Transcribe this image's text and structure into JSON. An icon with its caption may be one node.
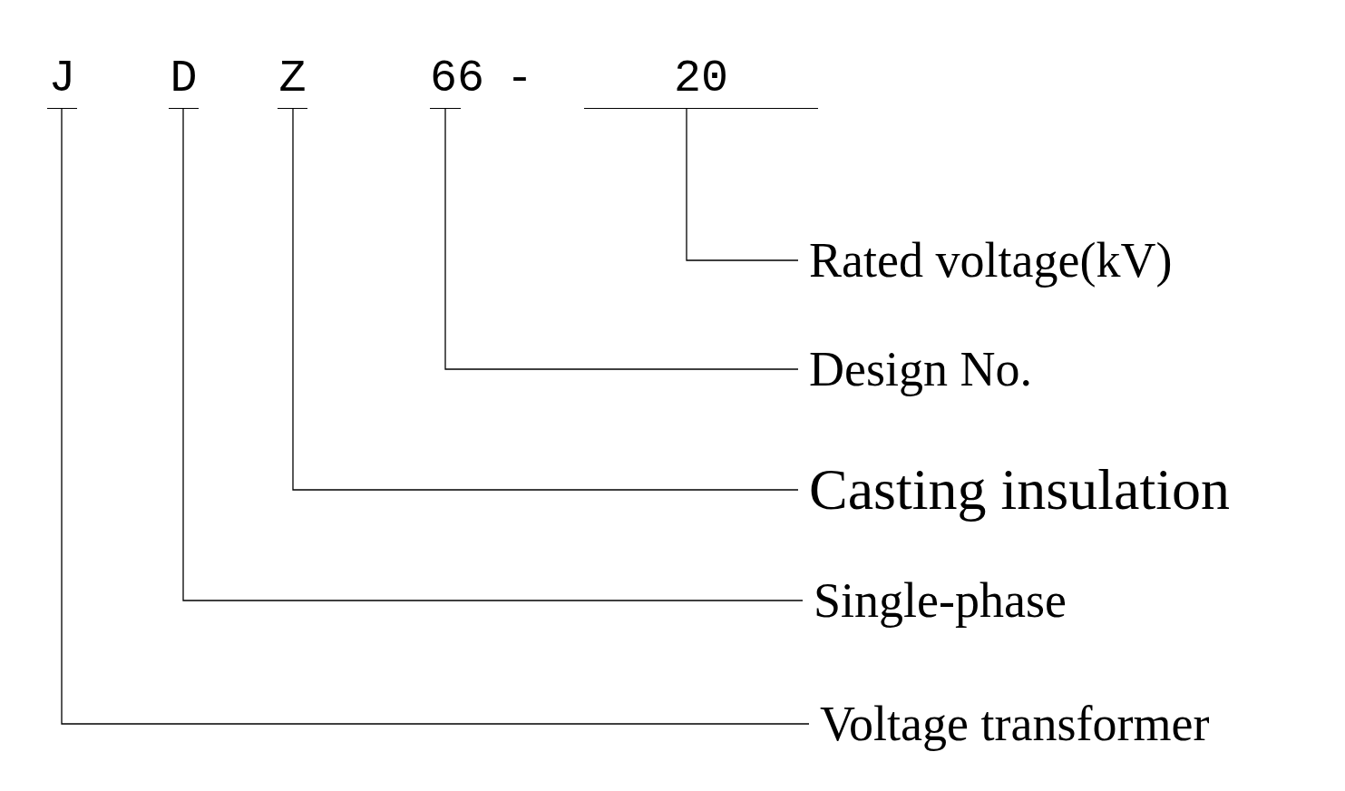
{
  "diagram": {
    "nodes": [
      {
        "text": [
          "J"
        ]
      },
      {
        "text": [
          "D"
        ]
      },
      {
        "text": [
          "Z"
        ]
      },
      {
        "text": [
          "66"
        ]
      },
      {
        "text": [
          "20"
        ]
      },
      {
        "text": [
          "Rated voltage(kV)"
        ]
      },
      {
        "text": [
          "Design No."
        ]
      },
      {
        "text": [
          "Casting insulation"
        ]
      },
      {
        "text": [
          "Single-phase"
        ]
      },
      {
        "text": [
          "Voltage transformer"
        ]
      }
    ],
    "edges": [
      {
        "from": 4,
        "to": 5,
        "arrow": "none"
      },
      {
        "from": 3,
        "to": 6,
        "arrow": "none"
      },
      {
        "from": 2,
        "to": 7,
        "arrow": "none"
      },
      {
        "from": 1,
        "to": 8,
        "arrow": "none"
      },
      {
        "from": 0,
        "to": 9,
        "arrow": "none"
      }
    ],
    "labels": [
      "-"
    ]
  }
}
